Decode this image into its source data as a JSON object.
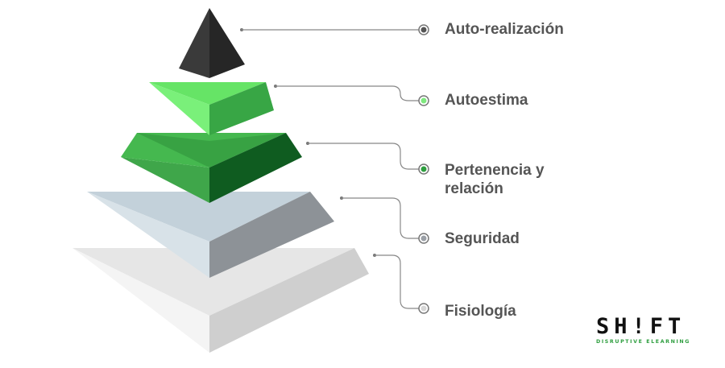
{
  "levels": [
    {
      "label_line1": "Auto-realización",
      "label_line2": "",
      "dot_color": "#555555"
    },
    {
      "label_line1": "Autoestima",
      "label_line2": "",
      "dot_color": "#7ee87e"
    },
    {
      "label_line1": "Pertenencia y",
      "label_line2": "relación",
      "dot_color": "#2e9e3f"
    },
    {
      "label_line1": "Seguridad",
      "label_line2": "",
      "dot_color": "#9a9fa6"
    },
    {
      "label_line1": "Fisiología",
      "label_line2": "",
      "dot_color": "#d6d6d6"
    }
  ],
  "colors": {
    "apex_dark": "#2f2f2f",
    "apex_light": "#4a4a4a",
    "green_light": "#6ef06e",
    "green_mid": "#3fb24a",
    "green_dark": "#0d5c1f",
    "blue_light": "#c9d5dd",
    "blue_right": "#8a8f94",
    "gray_light": "#eeeeee",
    "gray_right": "#d0d0d0",
    "connector": "#777777"
  },
  "logo": {
    "name": "SH!FT",
    "tagline": "DISRUPTIVE ELEARNING",
    "accent": "#2e9e3f"
  }
}
